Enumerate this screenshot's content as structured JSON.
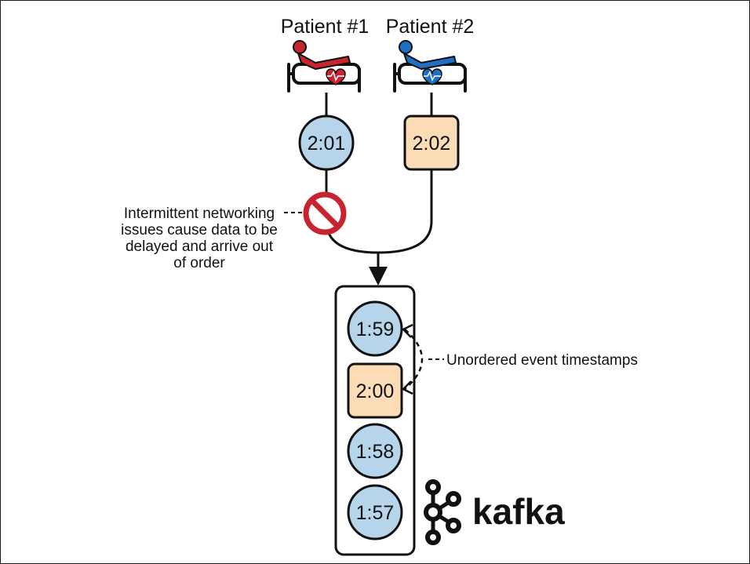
{
  "patients": [
    {
      "label": "Patient #1",
      "color": "#c8242f",
      "event_time": "2:01"
    },
    {
      "label": "Patient #2",
      "color": "#1f6fc4",
      "event_time": "2:02"
    }
  ],
  "annotations": {
    "network_issue": [
      "Intermittent networking",
      "issues cause data to be",
      "delayed and arrive out",
      "of order"
    ],
    "unordered": "Unordered event timestamps"
  },
  "kafka": {
    "logo_text": "kafka",
    "events": [
      "1:59",
      "2:00",
      "1:58",
      "1:57"
    ]
  },
  "colors": {
    "circle_fill": "#b7d5ea",
    "square_fill": "#fbdcb7",
    "stroke": "#111111",
    "prohibited": "#c8242f"
  }
}
